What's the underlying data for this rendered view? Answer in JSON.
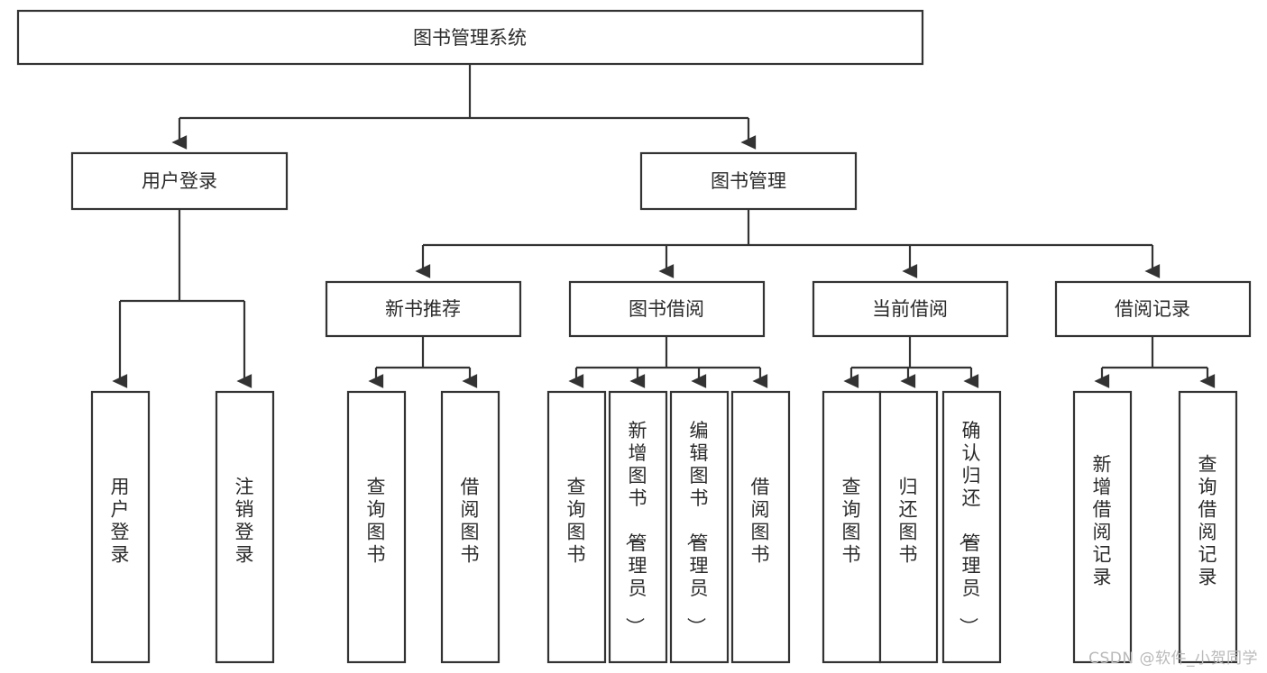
{
  "diagram": {
    "type": "tree-hierarchy-chart",
    "title": "图书管理系统",
    "colors": {
      "box_stroke": "#333333",
      "box_fill": "#ffffff",
      "text": "#2b2b2b",
      "edge": "#333333",
      "background": "#ffffff",
      "watermark": "#b9b9b9"
    },
    "levels": {
      "root": {
        "label": "图书管理系统"
      },
      "level2": [
        {
          "id": "user-login",
          "label": "用户登录"
        },
        {
          "id": "book-manage",
          "label": "图书管理"
        }
      ],
      "level3": [
        {
          "id": "new-book-recommend",
          "label": "新书推荐",
          "parent": "book-manage"
        },
        {
          "id": "book-borrow",
          "label": "图书借阅",
          "parent": "book-manage"
        },
        {
          "id": "current-borrow",
          "label": "当前借阅",
          "parent": "book-manage"
        },
        {
          "id": "borrow-record",
          "label": "借阅记录",
          "parent": "book-manage"
        }
      ],
      "leaves": [
        {
          "id": "leaf-user-login",
          "label": "用户登录",
          "parent": "user-login"
        },
        {
          "id": "leaf-logout-login",
          "label": "注销登录",
          "parent": "user-login"
        },
        {
          "id": "leaf-query-book-1",
          "label": "查询图书",
          "parent": "new-book-recommend"
        },
        {
          "id": "leaf-borrow-book-1",
          "label": "借阅图书",
          "parent": "new-book-recommend"
        },
        {
          "id": "leaf-query-book-2",
          "label": "查询图书",
          "parent": "book-borrow"
        },
        {
          "id": "leaf-add-book",
          "label": "新增图书（管理员）",
          "parent": "book-borrow"
        },
        {
          "id": "leaf-edit-book",
          "label": "编辑图书（管理员）",
          "parent": "book-borrow"
        },
        {
          "id": "leaf-borrow-book-2",
          "label": "借阅图书",
          "parent": "book-borrow"
        },
        {
          "id": "leaf-query-book-3",
          "label": "查询图书",
          "parent": "current-borrow"
        },
        {
          "id": "leaf-return-book",
          "label": "归还图书",
          "parent": "current-borrow"
        },
        {
          "id": "leaf-confirm-return",
          "label": "确认归还（管理员）",
          "parent": "current-borrow"
        },
        {
          "id": "leaf-add-record",
          "label": "新增借阅记录",
          "parent": "borrow-record"
        },
        {
          "id": "leaf-query-record",
          "label": "查询借阅记录",
          "parent": "borrow-record"
        }
      ]
    }
  },
  "watermark": {
    "text": "CSDN @软件_小贺同学"
  }
}
